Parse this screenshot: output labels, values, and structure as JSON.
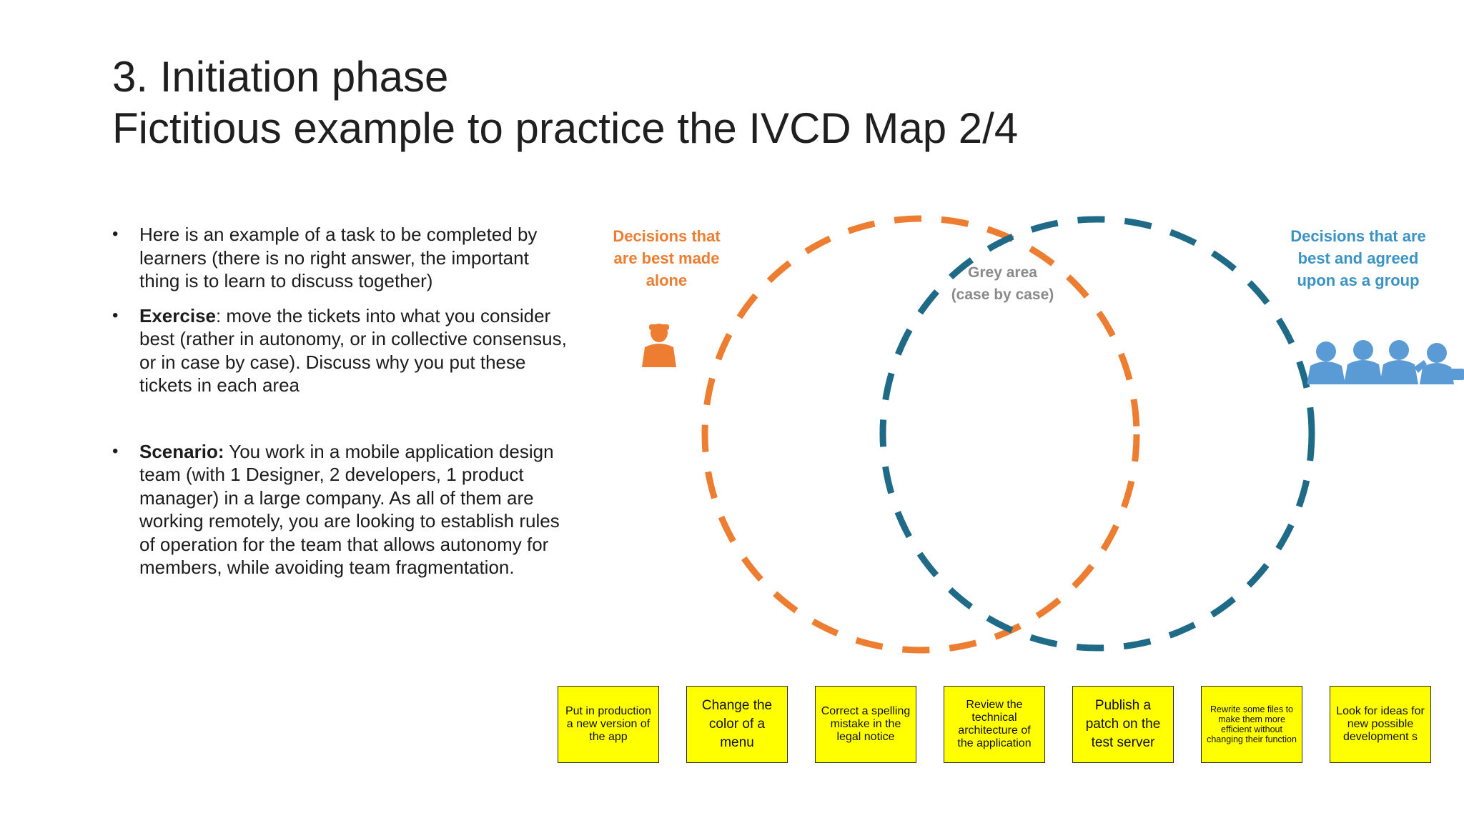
{
  "slide": {
    "title_line1": "3. Initiation phase",
    "title_line2": "Fictitious example to practice the IVCD Map 2/4"
  },
  "bullets": [
    {
      "bold": "",
      "text": "Here is an example of a task to be completed by learners (there is no right answer, the important thing is to learn to discuss together)"
    },
    {
      "bold": "Exercise",
      "text": ": move the tickets into what you consider best (rather in autonomy, or in collective consensus, or in case by case). Discuss why you put these tickets in each area"
    },
    {
      "bold": "Scenario:",
      "text": " You work in a mobile application design team (with 1 Designer, 2 developers, 1 product manager) in a large company. As all of them are working remotely, you are looking to establish rules of operation for the team that allows autonomy for members, while avoiding team fragmentation."
    }
  ],
  "diagram": {
    "label_alone": "Decisions that are best made alone",
    "label_group": "Decisions that are best and agreed upon as a group",
    "label_grey": "Grey area (case by case)",
    "icon_alone": "person-icon",
    "icon_group": "group-of-people-icon",
    "colors": {
      "alone": "#ED7D31",
      "group": "#1F6A87",
      "group_label": "#3A93C4",
      "grey": "#8a8a8a"
    }
  },
  "tickets": [
    {
      "text": "Put in production a new version of the app",
      "size": "normal"
    },
    {
      "text": "Change the color of a menu",
      "size": "mid"
    },
    {
      "text": "Correct a spelling mistake in the legal notice",
      "size": "normal"
    },
    {
      "text": "Review the technical architecture of the application",
      "size": "normal"
    },
    {
      "text": "Publish a patch on the test server",
      "size": "mid"
    },
    {
      "text": "Rewrite some files to make them more efficient without changing their function",
      "size": "tiny"
    },
    {
      "text": "Look for ideas for new possible development s",
      "size": "normal"
    }
  ]
}
